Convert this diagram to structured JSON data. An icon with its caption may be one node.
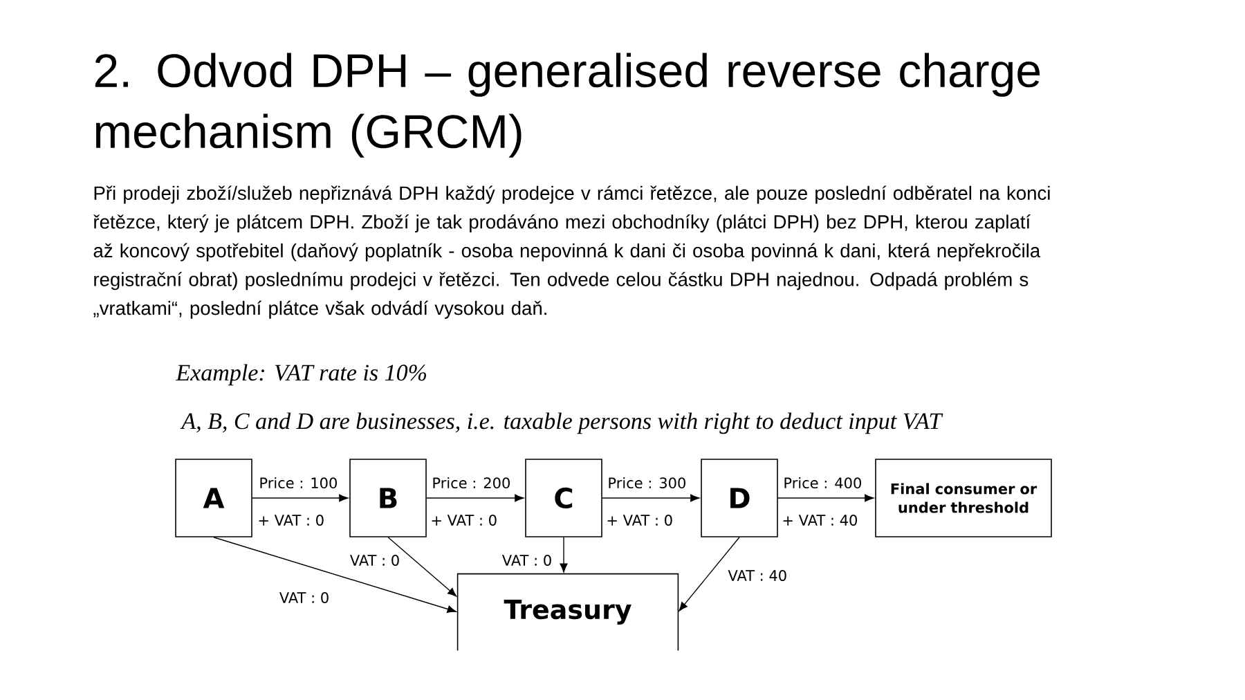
{
  "diagram": {
    "title": "2. Odvod DPH – generalised reverse charge mechanism (GRCM)",
    "nodes": [
      {
        "text": [
          "A"
        ]
      },
      {
        "text": [
          "B"
        ]
      },
      {
        "text": [
          "C"
        ]
      },
      {
        "text": [
          "D"
        ]
      },
      {
        "text": [
          "Final consumer or under threshold"
        ]
      },
      {
        "text": [
          "Treasury"
        ]
      }
    ],
    "edges": [
      {
        "from": 0,
        "to": 1,
        "arrow": "to",
        "label": "Price : 100"
      },
      {
        "from": 1,
        "to": 2,
        "arrow": "to",
        "label": "Price : 200"
      },
      {
        "from": 2,
        "to": 3,
        "arrow": "to",
        "label": "Price : 300"
      },
      {
        "from": 3,
        "to": 4,
        "arrow": "to",
        "label": "Price : 400"
      },
      {
        "from": 0,
        "to": 5,
        "arrow": "to",
        "label": "VAT : 0"
      },
      {
        "from": 1,
        "to": 5,
        "arrow": "to",
        "label": "VAT : 0"
      },
      {
        "from": 2,
        "to": 5,
        "arrow": "to",
        "label": "VAT : 0"
      },
      {
        "from": 3,
        "to": 5,
        "arrow": "to",
        "label": "VAT : 40"
      }
    ],
    "labels": [
      "Při prodeji zboží/služeb nepřiznává DPH každý prodejce v rámci řetězce, ale pouze poslední odběratel na konci řetězce, který je plátcem DPH. Zboží je tak prodáváno mezi obchodníky (plátci DPH) bez DPH, kterou zaplatí až koncový spotřebitel (daňový poplatník - osoba nepovinná k dani či osoba povinná k dani, která nepřekročila registrační obrat) poslednímu prodejci v řetězci. Ten odvede celou částku DPH najednou. Odpadá problém s „vratkami“, poslední plátce však odvádí vysokou daň.",
      "Example: VAT rate is 10%",
      "A, B, C and D are businesses, i.e. taxable persons with right to deduct input VAT",
      "+ VAT : 0",
      "+ VAT : 0",
      "+ VAT : 0",
      "+ VAT : 40"
    ]
  }
}
